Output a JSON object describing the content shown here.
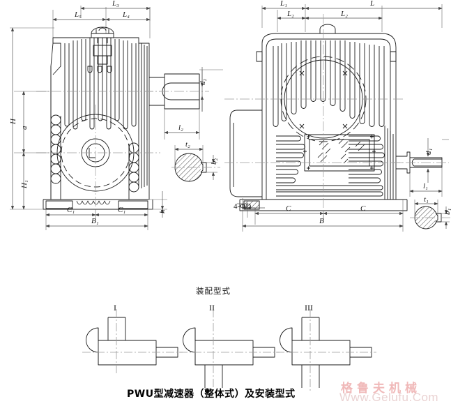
{
  "document": {
    "type": "engineering-drawing",
    "caption": "PWU型减速器（整体式）及安装型式",
    "assembly_heading": "装配型式"
  },
  "watermark": {
    "chinese": "格鲁夫机械",
    "url": "Www.Gelufu.Com",
    "color_cn": "#f0b9b9",
    "color_url": "#ead2d2"
  },
  "views": {
    "left": {
      "name": "front-elevation-view",
      "dimensions": {
        "L5": "L₅",
        "L4": "L₄",
        "L3": "L₃",
        "H": "H",
        "a": "a",
        "H1": "H₁",
        "C1_left": "C₁",
        "C1_right": "C₁",
        "B1": "B₁",
        "h": "h",
        "d2": "d₂",
        "l2": "l₂",
        "t2": "t₂",
        "b2": "b₂"
      }
    },
    "right": {
      "name": "side-elevation-view",
      "dimensions": {
        "L1": "L₁",
        "L": "L",
        "L2_left": "L₂",
        "L2_right": "L₂",
        "C_left": "C",
        "C_right": "C",
        "B": "B",
        "d1": "d₁",
        "l1": "l₁",
        "t1": "t₁",
        "b1": "b₁",
        "bolt_note": "4-ΦD"
      }
    }
  },
  "assembly_types": [
    {
      "label": "I",
      "name": "assembly-type-1",
      "shaft": "up"
    },
    {
      "label": "II",
      "name": "assembly-type-2",
      "shaft": "down"
    },
    {
      "label": "III",
      "name": "assembly-type-3",
      "shaft": "up-and-down"
    }
  ],
  "colors": {
    "line": "#1a1a1a",
    "dimline": "#555555",
    "centerline": "#9a9a9a",
    "background": "#ffffff"
  }
}
